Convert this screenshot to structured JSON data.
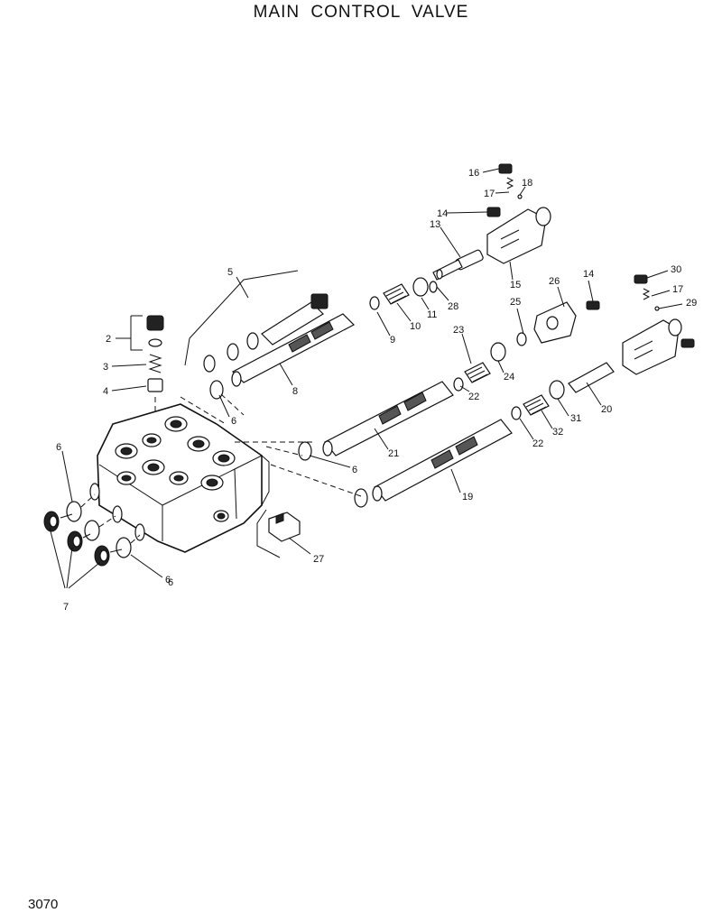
{
  "title": "MAIN  CONTROL  VALVE",
  "page_number": "3070",
  "callouts": {
    "c1": "2",
    "c2": "3",
    "c3": "4",
    "c4": "5",
    "c5": "6",
    "c6": "6",
    "c7": "6",
    "c8": "6",
    "c9": "7",
    "c10": "8",
    "c11": "9",
    "c12": "10",
    "c13": "11",
    "c14": "13",
    "c15": "14",
    "c16": "15",
    "c17": "16",
    "c18": "17",
    "c19": "18",
    "c20": "28",
    "c21": "23",
    "c22": "24",
    "c23": "22",
    "c24": "21",
    "c25": "19",
    "c26": "22",
    "c27": "32",
    "c28": "31",
    "c29": "20",
    "c30": "25",
    "c31": "26",
    "c32": "14",
    "c33": "30",
    "c34": "17",
    "c35": "29",
    "c36": "27",
    "c37": "6"
  }
}
